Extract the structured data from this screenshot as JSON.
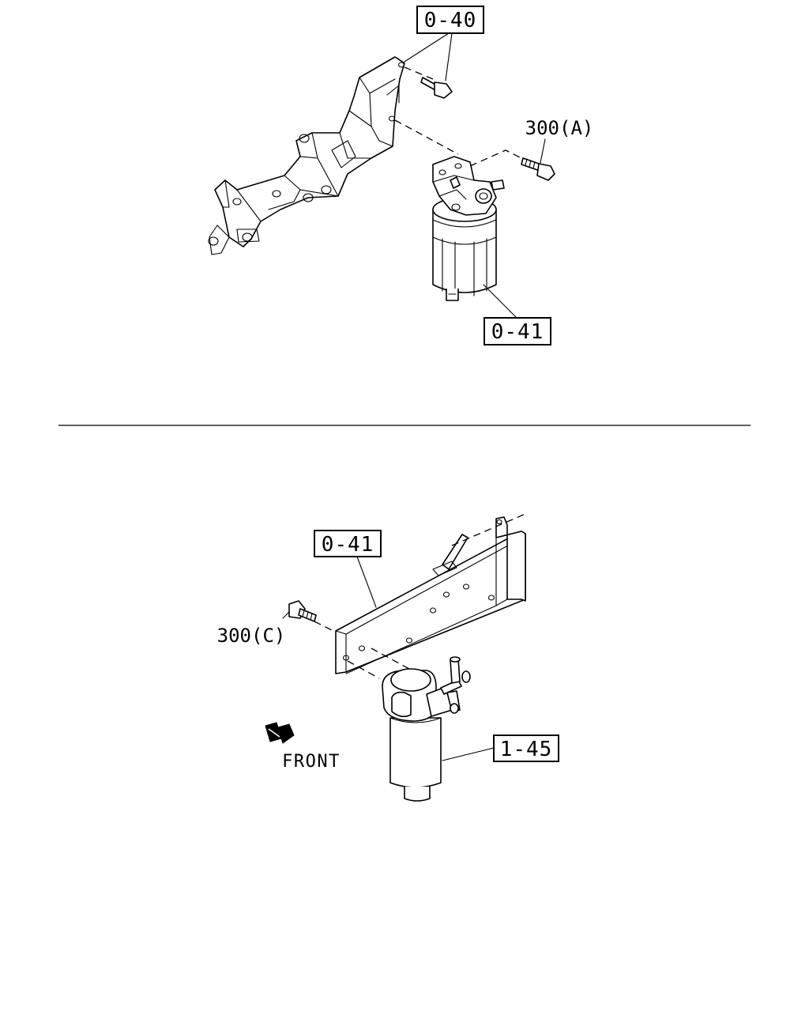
{
  "callouts": {
    "ref_0_40": "0-40",
    "ref_0_41_top": "0-41",
    "bolt_300a": "300(A)",
    "ref_0_41_bottom": "0-41",
    "bolt_300c": "300(C)",
    "ref_1_45": "1-45"
  },
  "direction": {
    "front_label": "FRONT",
    "arrow_icon": "front-arrow-icon"
  }
}
